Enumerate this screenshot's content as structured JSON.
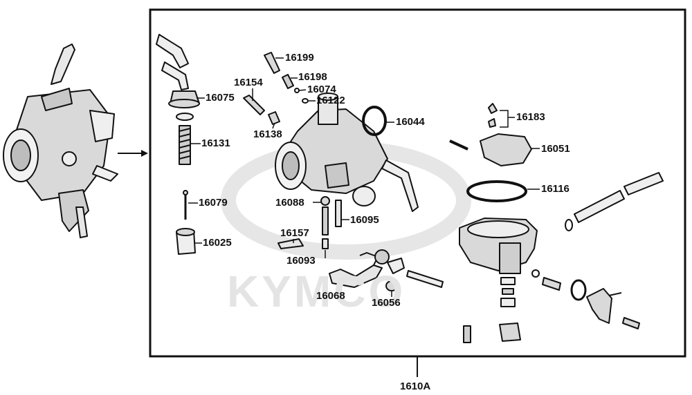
{
  "watermark": {
    "brand": "KYMCO"
  },
  "assembly": {
    "label": "1610A"
  },
  "colors": {
    "line": "#111111",
    "part_fill": "#d9d9d9",
    "watermark": "#e4e4e4"
  },
  "parts": [
    {
      "label": "16199"
    },
    {
      "label": "16198"
    },
    {
      "label": "16154"
    },
    {
      "label": "16074"
    },
    {
      "label": "16075"
    },
    {
      "label": "16122"
    },
    {
      "label": "16044"
    },
    {
      "label": "16183"
    },
    {
      "label": "16138"
    },
    {
      "label": "16131"
    },
    {
      "label": "16051"
    },
    {
      "label": "16116"
    },
    {
      "label": "16079"
    },
    {
      "label": "16088"
    },
    {
      "label": "16095"
    },
    {
      "label": "16157"
    },
    {
      "label": "16025"
    },
    {
      "label": "16093"
    },
    {
      "label": "16068"
    },
    {
      "label": "16056"
    }
  ]
}
